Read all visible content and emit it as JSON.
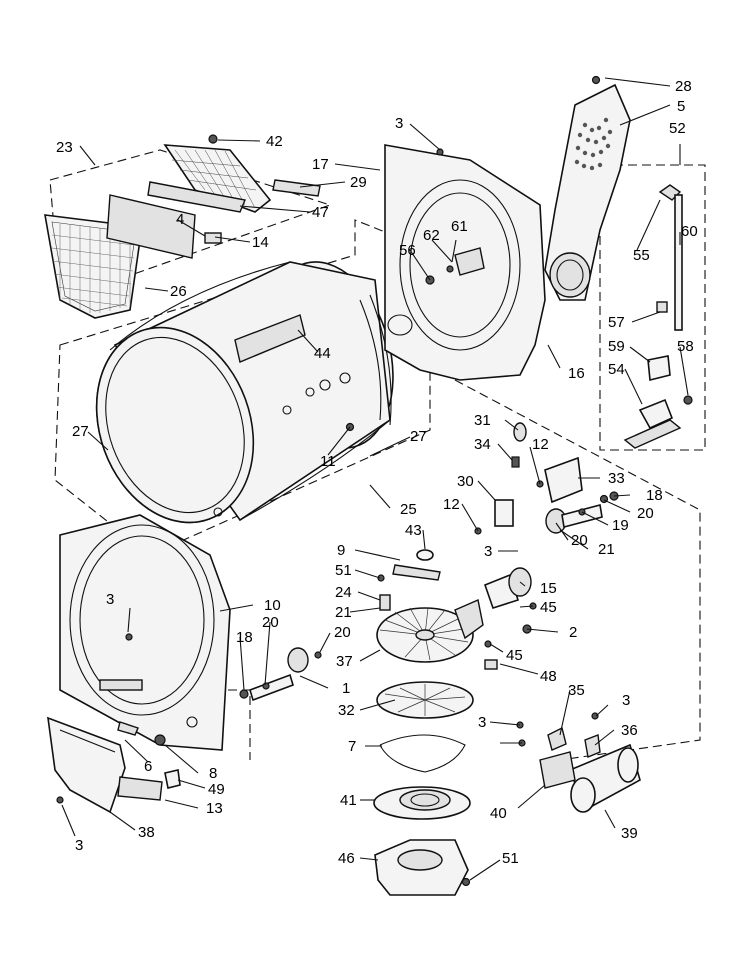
{
  "diagram": {
    "callouts": [
      {
        "id": "c28",
        "label": "28"
      },
      {
        "id": "c5",
        "label": "5"
      },
      {
        "id": "c52",
        "label": "52"
      },
      {
        "id": "c3a",
        "label": "3"
      },
      {
        "id": "c17",
        "label": "17"
      },
      {
        "id": "c42",
        "label": "42"
      },
      {
        "id": "c23",
        "label": "23"
      },
      {
        "id": "c29",
        "label": "29"
      },
      {
        "id": "c47",
        "label": "47"
      },
      {
        "id": "c4",
        "label": "4"
      },
      {
        "id": "c14",
        "label": "14"
      },
      {
        "id": "c26",
        "label": "26"
      },
      {
        "id": "c62",
        "label": "62"
      },
      {
        "id": "c61",
        "label": "61"
      },
      {
        "id": "c56",
        "label": "56"
      },
      {
        "id": "c55",
        "label": "55"
      },
      {
        "id": "c60",
        "label": "60"
      },
      {
        "id": "c57",
        "label": "57"
      },
      {
        "id": "c44",
        "label": "44"
      },
      {
        "id": "c16",
        "label": "16"
      },
      {
        "id": "c59",
        "label": "59"
      },
      {
        "id": "c58",
        "label": "58"
      },
      {
        "id": "c54",
        "label": "54"
      },
      {
        "id": "c27a",
        "label": "27"
      },
      {
        "id": "c27b",
        "label": "27"
      },
      {
        "id": "c11",
        "label": "11"
      },
      {
        "id": "c31",
        "label": "31"
      },
      {
        "id": "c34",
        "label": "34"
      },
      {
        "id": "c12a",
        "label": "12"
      },
      {
        "id": "c33",
        "label": "33"
      },
      {
        "id": "c18a",
        "label": "18"
      },
      {
        "id": "c30",
        "label": "30"
      },
      {
        "id": "c12b",
        "label": "12"
      },
      {
        "id": "c20a",
        "label": "20"
      },
      {
        "id": "c19",
        "label": "19"
      },
      {
        "id": "c25",
        "label": "25"
      },
      {
        "id": "c20b",
        "label": "20"
      },
      {
        "id": "c21a",
        "label": "21"
      },
      {
        "id": "c43",
        "label": "43"
      },
      {
        "id": "c3b",
        "label": "3"
      },
      {
        "id": "c9",
        "label": "9"
      },
      {
        "id": "c51a",
        "label": "51"
      },
      {
        "id": "c15",
        "label": "15"
      },
      {
        "id": "c24",
        "label": "24"
      },
      {
        "id": "c45a",
        "label": "45"
      },
      {
        "id": "c10",
        "label": "10"
      },
      {
        "id": "c21b",
        "label": "21"
      },
      {
        "id": "c3c",
        "label": "3"
      },
      {
        "id": "c2",
        "label": "2"
      },
      {
        "id": "c18b",
        "label": "18"
      },
      {
        "id": "c20c",
        "label": "20"
      },
      {
        "id": "c20d",
        "label": "20"
      },
      {
        "id": "c45b",
        "label": "45"
      },
      {
        "id": "c37",
        "label": "37"
      },
      {
        "id": "c48",
        "label": "48"
      },
      {
        "id": "c1",
        "label": "1"
      },
      {
        "id": "c32",
        "label": "32"
      },
      {
        "id": "c35",
        "label": "35"
      },
      {
        "id": "c3d",
        "label": "3"
      },
      {
        "id": "c3e",
        "label": "3"
      },
      {
        "id": "c36",
        "label": "36"
      },
      {
        "id": "c7",
        "label": "7"
      },
      {
        "id": "c6",
        "label": "6"
      },
      {
        "id": "c8",
        "label": "8"
      },
      {
        "id": "c49",
        "label": "49"
      },
      {
        "id": "c13",
        "label": "13"
      },
      {
        "id": "c41",
        "label": "41"
      },
      {
        "id": "c40",
        "label": "40"
      },
      {
        "id": "c39",
        "label": "39"
      },
      {
        "id": "c3f",
        "label": "3"
      },
      {
        "id": "c38",
        "label": "38"
      },
      {
        "id": "c46",
        "label": "46"
      },
      {
        "id": "c51b",
        "label": "51"
      }
    ]
  }
}
